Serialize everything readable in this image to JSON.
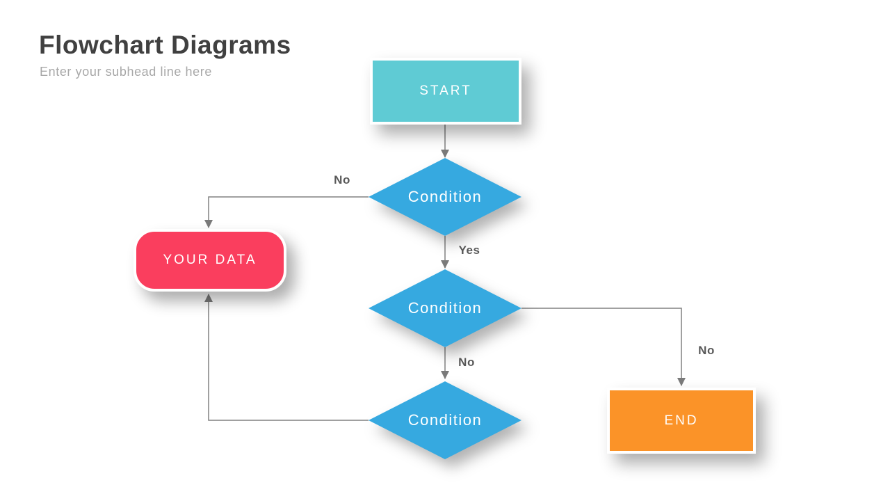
{
  "header": {
    "title": "Flowchart Diagrams",
    "subtitle": "Enter your subhead line here"
  },
  "flowchart": {
    "nodes": {
      "start": {
        "label": "START",
        "shape": "rectangle",
        "color": "#5FCBD4"
      },
      "condition1": {
        "label": "Condition",
        "shape": "diamond",
        "color": "#36A9E0"
      },
      "your_data": {
        "label": "YOUR DATA",
        "shape": "rounded-rectangle",
        "color": "#FA3E5E"
      },
      "condition2": {
        "label": "Condition",
        "shape": "diamond",
        "color": "#36A9E0"
      },
      "condition3": {
        "label": "Condition",
        "shape": "diamond",
        "color": "#36A9E0"
      },
      "end": {
        "label": "END",
        "shape": "rectangle",
        "color": "#FB9328"
      }
    },
    "edge_labels": {
      "condition1_no": "No",
      "condition1_yes": "Yes",
      "condition2_no_right": "No",
      "condition2_no_down": "No"
    },
    "connector_color": "#808080",
    "edge_label_color": "#595959"
  }
}
